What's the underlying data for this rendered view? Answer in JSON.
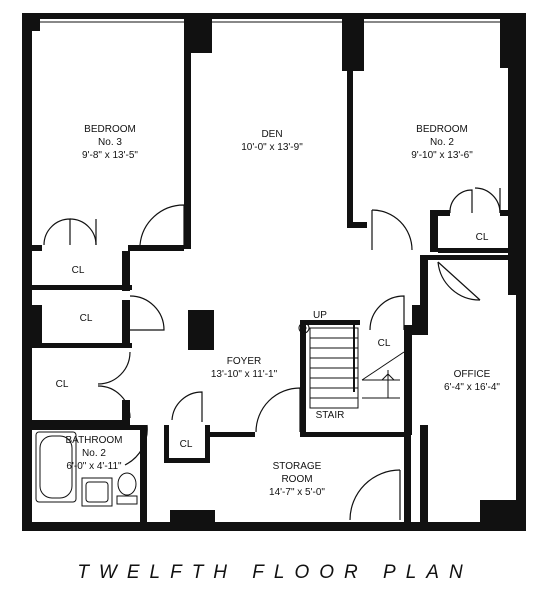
{
  "rooms": {
    "bedroom3": {
      "name": "BEDROOM",
      "number": "No. 3",
      "size": "9'-8\" x 13'-5\""
    },
    "den": {
      "name": "DEN",
      "size": "10'-0\" x 13'-9\""
    },
    "bedroom2": {
      "name": "BEDROOM",
      "number": "No. 2",
      "size": "9'-10\" x 13'-6\""
    },
    "foyer": {
      "name": "FOYER",
      "size": "13'-10\" x 11'-1\""
    },
    "office": {
      "name": "OFFICE",
      "size": "6'-4\" x 16'-4\""
    },
    "bathroom2": {
      "name": "BATHROOM",
      "number": "No. 2",
      "size": "6'-0\" x 4'-11\""
    },
    "storage": {
      "name": "STORAGE",
      "name2": "ROOM",
      "size": "14'-7\" x 5'-0\""
    }
  },
  "closet_label": "CL",
  "stair": {
    "label": "STAIR",
    "up": "UP"
  },
  "caption": "TWELFTH FLOOR PLAN"
}
